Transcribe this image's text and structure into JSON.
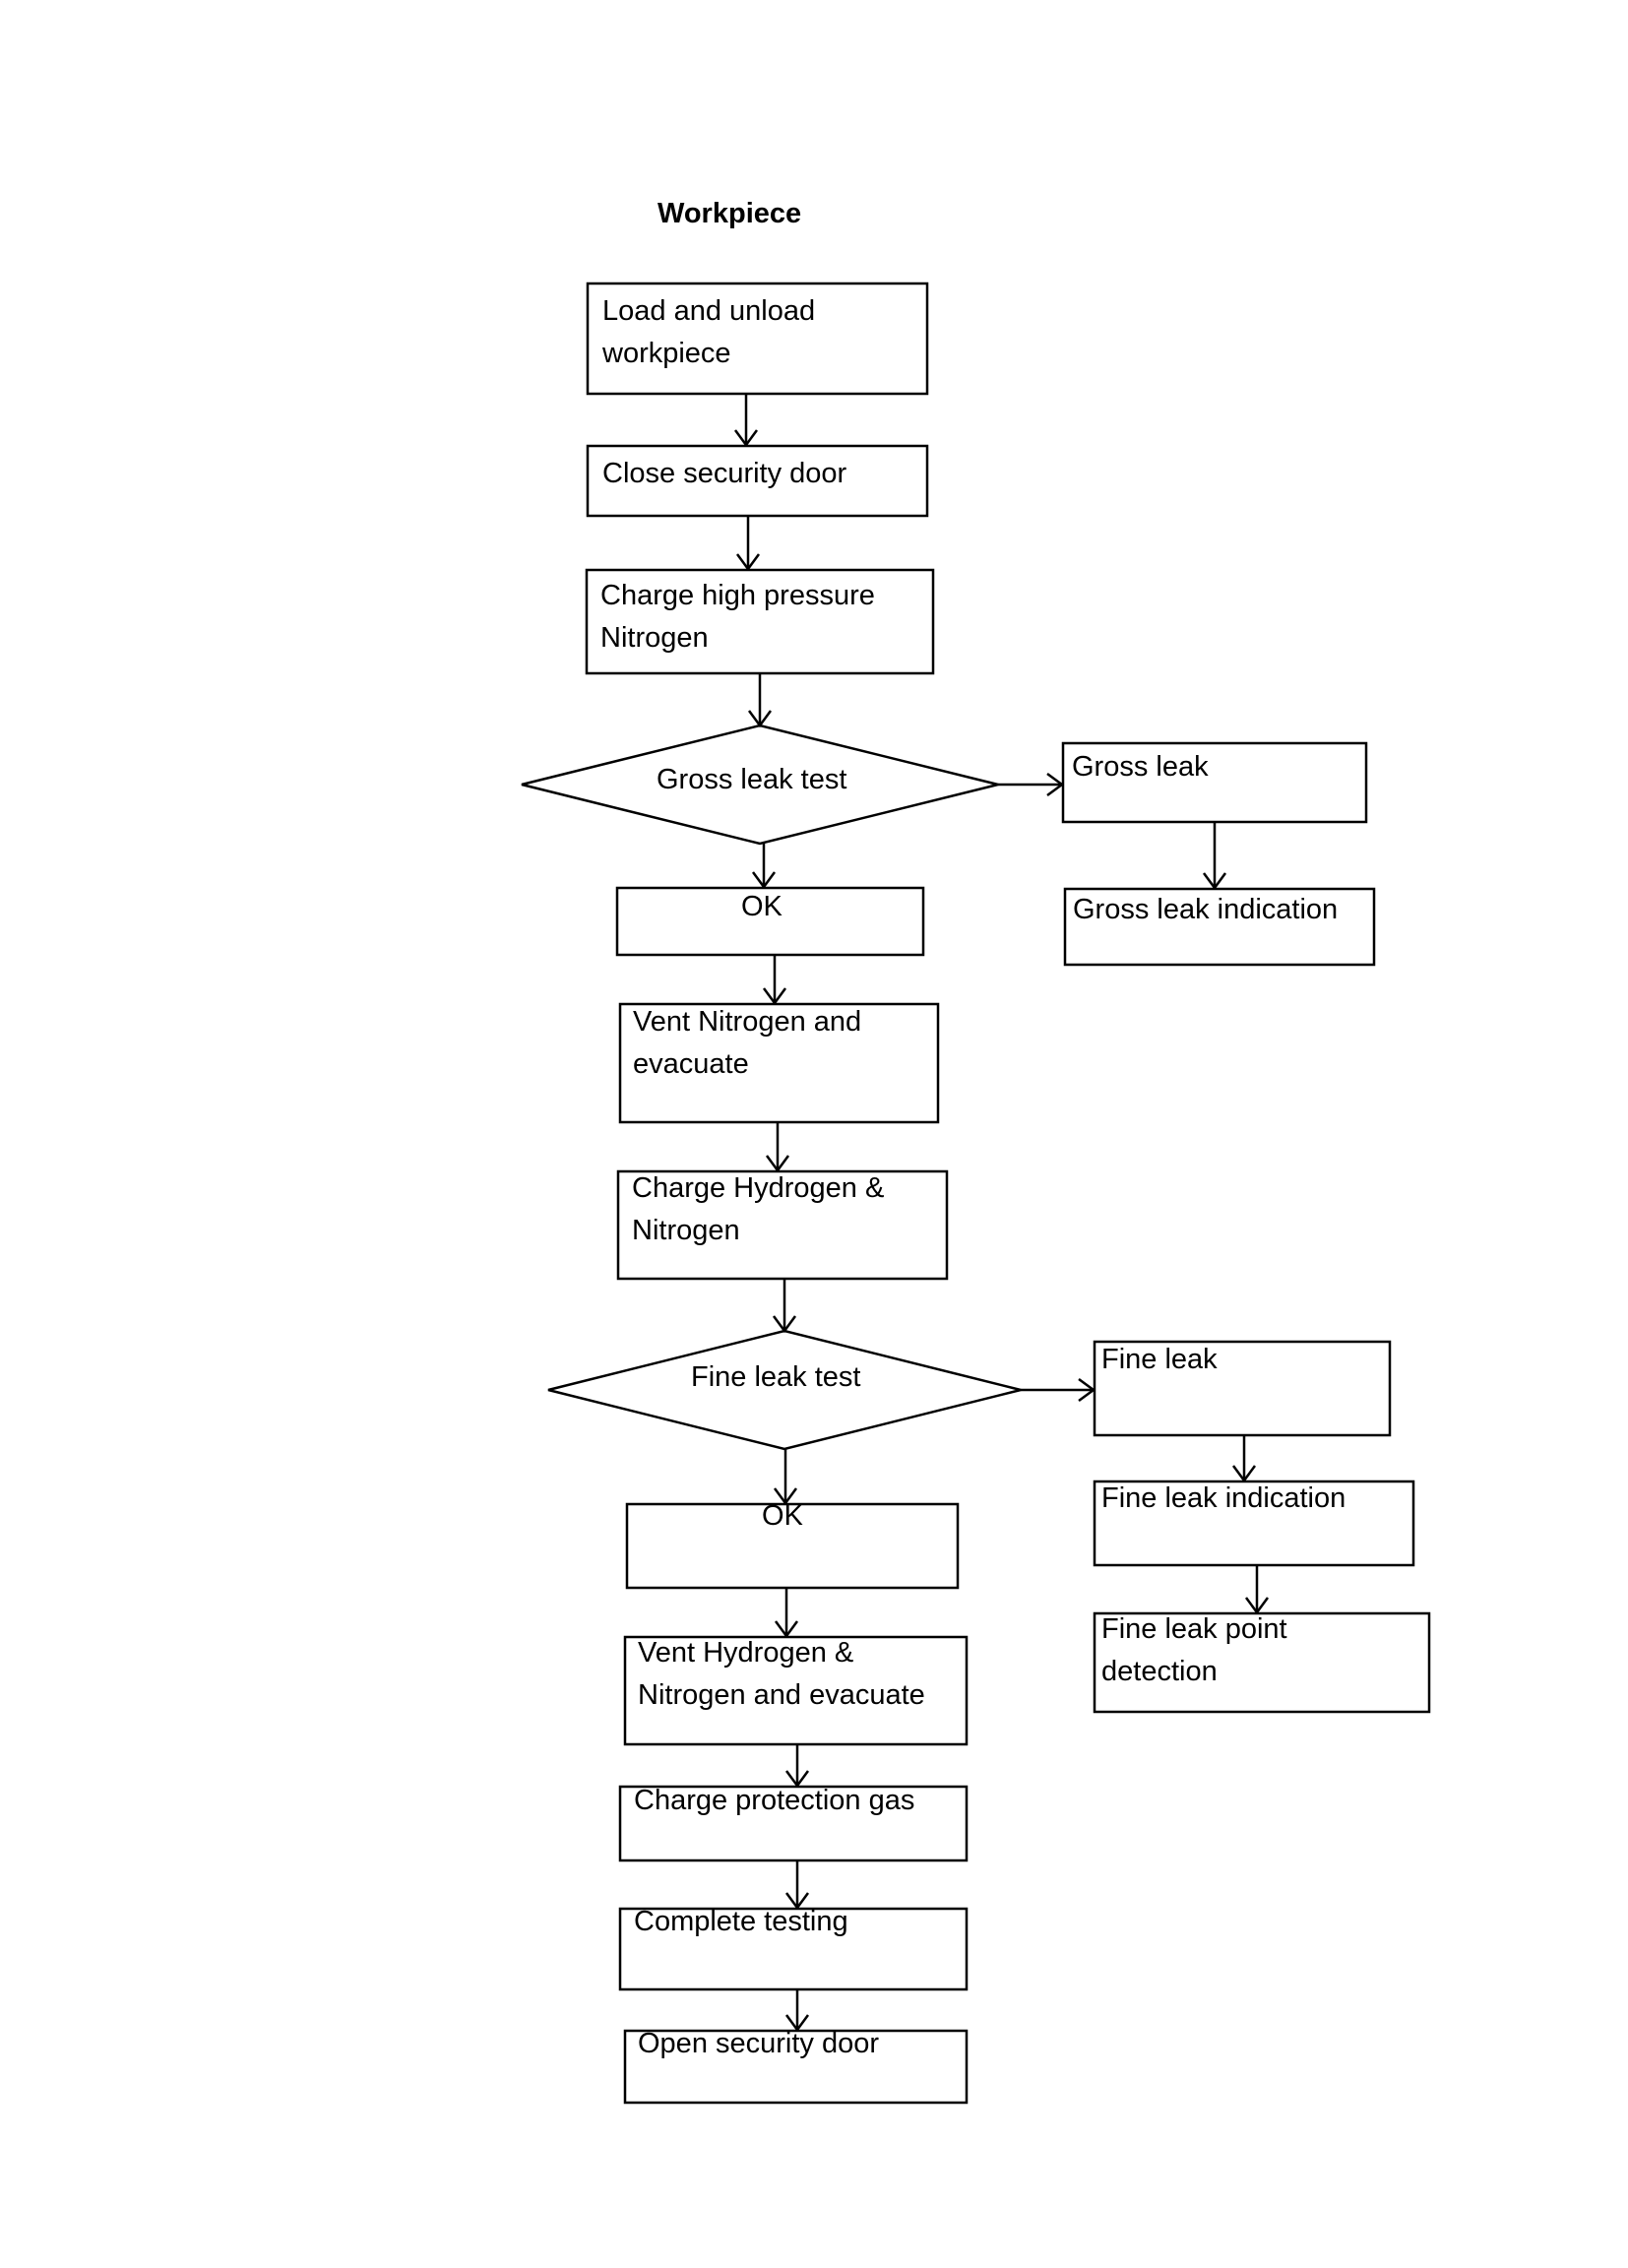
{
  "title": "Workpiece",
  "steps": {
    "load": [
      "Load and unload",
      "workpiece"
    ],
    "close_door": [
      "Close security door"
    ],
    "charge_nitrogen": [
      "Charge high pressure",
      "Nitrogen"
    ],
    "gross_test": [
      "Gross leak test"
    ],
    "gross_ok": [
      "OK"
    ],
    "gross_leak": [
      "Gross leak"
    ],
    "gross_indication": [
      "Gross leak indication"
    ],
    "vent_nitrogen": [
      "Vent Nitrogen and",
      "evacuate"
    ],
    "charge_h2n2": [
      "Charge Hydrogen &",
      "Nitrogen"
    ],
    "fine_test": [
      "Fine leak test"
    ],
    "fine_ok": [
      "OK"
    ],
    "fine_leak": [
      "Fine leak"
    ],
    "fine_indication": [
      "Fine leak indication"
    ],
    "fine_point": [
      "Fine leak point",
      "detection"
    ],
    "vent_h2n2": [
      "Vent Hydrogen &",
      "Nitrogen and evacuate"
    ],
    "charge_protection": [
      "Charge protection gas"
    ],
    "complete": [
      "Complete testing"
    ],
    "open_door": [
      "Open security door"
    ]
  },
  "colors": {
    "stroke": "#000000",
    "fill": "#ffffff",
    "text": "#000000"
  }
}
